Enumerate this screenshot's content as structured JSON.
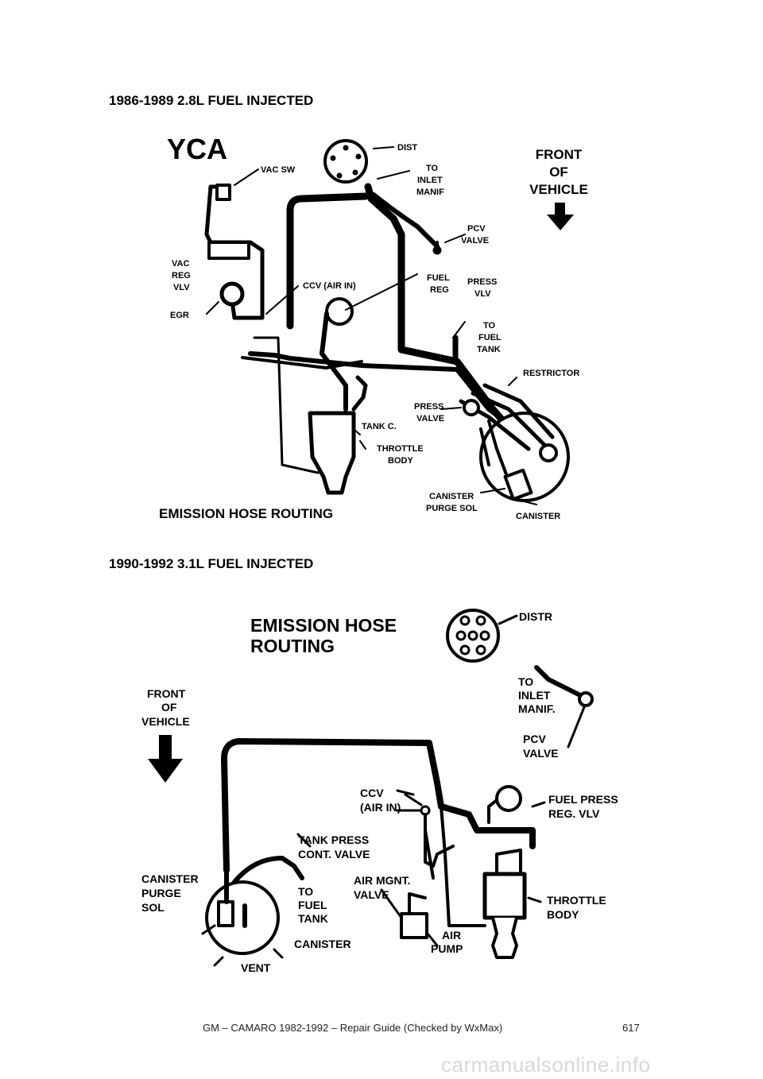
{
  "section1": {
    "heading": "1986-1989 2.8L FUEL INJECTED",
    "diagram": {
      "code": "YCA",
      "title": "EMISSION HOSE ROUTING",
      "labels": {
        "dist": "DIST",
        "to_inlet_manif": [
          "TO",
          "INLET",
          "MANIF"
        ],
        "front_of_vehicle": [
          "FRONT",
          "OF",
          "VEHICLE"
        ],
        "vac_sw": "VAC SW",
        "pcv_valve": [
          "PCV",
          "VALVE"
        ],
        "vac_reg_vlv": [
          "VAC",
          "REG",
          "VLV"
        ],
        "ccv_air_in": "CCV (AIR IN)",
        "fuel_reg": [
          "FUEL",
          "REG"
        ],
        "press_vlv": [
          "PRESS",
          "VLV"
        ],
        "egr": "EGR",
        "to_fuel_tank": [
          "TO",
          "FUEL",
          "TANK"
        ],
        "restrictor": "RESTRICTOR",
        "press_valve": [
          "PRESS",
          "VALVE"
        ],
        "tank_c": "TANK C.",
        "throttle_body": [
          "THROTTLE",
          "BODY"
        ],
        "canister_purge_sol": [
          "CANISTER",
          "PURGE SOL"
        ],
        "canister": "CANISTER"
      }
    }
  },
  "section2": {
    "heading": "1990-1992 3.1L FUEL INJECTED",
    "diagram": {
      "title": [
        "EMISSION HOSE",
        "ROUTING"
      ],
      "labels": {
        "distr": "DISTR",
        "to_inlet_manif": [
          "TO",
          "INLET",
          "MANIF."
        ],
        "front_of_vehicle": [
          "FRONT",
          "OF",
          "VEHICLE"
        ],
        "pcv_valve": [
          "PCV",
          "VALVE"
        ],
        "ccv_air_in": [
          "CCV",
          "(AIR IN)"
        ],
        "fuel_press_reg_vlv": [
          "FUEL PRESS",
          "REG. VLV"
        ],
        "tank_press_cont_valve": [
          "TANK PRESS",
          "CONT. VALVE"
        ],
        "canister_purge_sol": [
          "CANISTER",
          "PURGE",
          "SOL"
        ],
        "to_fuel_tank": [
          "TO",
          "FUEL",
          "TANK"
        ],
        "air_mgnt_valve": [
          "AIR MGNT.",
          "VALVE"
        ],
        "throttle_body": [
          "THROTTLE",
          "BODY"
        ],
        "canister": "CANISTER",
        "air_pump": [
          "AIR",
          "PUMP"
        ],
        "vent": "VENT"
      }
    }
  },
  "footer": {
    "text": "GM – CAMARO 1982-1992 – Repair Guide (Checked by WxMax)",
    "page": "617"
  },
  "watermark": "carmanualsonline.info"
}
